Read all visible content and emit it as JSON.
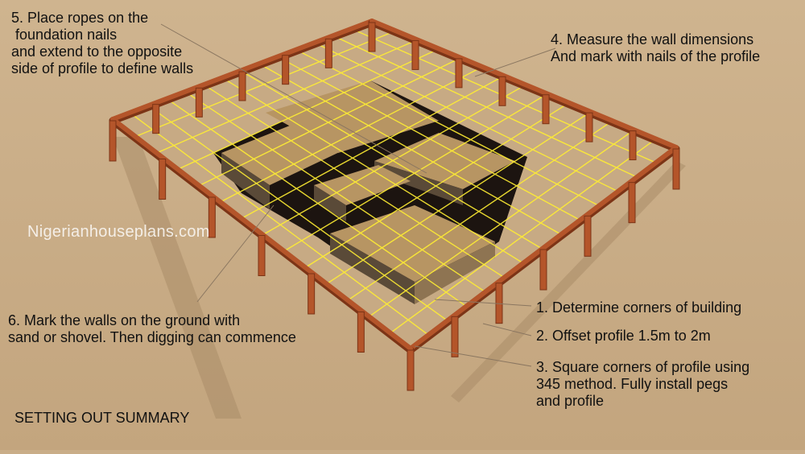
{
  "steps": {
    "step5": "5. Place ropes on the\n foundation nails\nand extend to the opposite\nside of profile to define walls",
    "step4": "4. Measure the wall dimensions\nAnd mark with nails of the profile",
    "step6": "6. Mark the walls on the ground with\nsand or shovel. Then digging can commence",
    "step1": "1. Determine corners of building",
    "step2": "2. Offset profile 1.5m to 2m",
    "step3": "3. Square corners of profile using\n345 method. Fully install pegs\nand profile"
  },
  "title": "SETTING OUT SUMMARY",
  "watermark": "Nigerianhouseplans.com",
  "colors": {
    "ground": "#c9ad88",
    "profile": "#b4552a",
    "rope": "#ffee33",
    "trench": "#1c1410",
    "trench_wall": "#5a4a38",
    "soil_block": "#b79563"
  }
}
